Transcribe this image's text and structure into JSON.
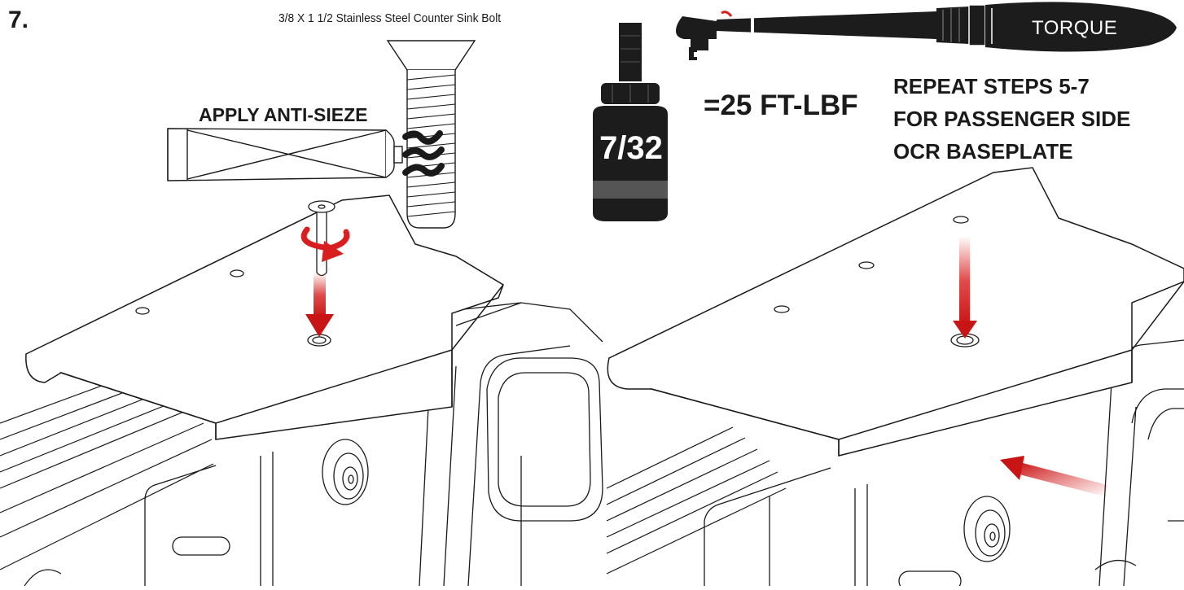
{
  "step": {
    "number": "7."
  },
  "labels": {
    "bolt": "3/8 X 1 1/2 Stainless Steel Counter Sink Bolt",
    "apply": "APPLY ANTI-SIEZE",
    "torque": "=25 FT-LBF",
    "repeat_lines": [
      "REPEAT STEPS 5-7",
      "FOR PASSENGER SIDE",
      "OCR BASEPLATE"
    ]
  },
  "tools": {
    "socket_size": "7/32",
    "wrench_text": "TORQUE"
  },
  "colors": {
    "line": "#1a1a1a",
    "tool": "#1c1c1c",
    "arrow": "#d81e1e",
    "background": "#ffffff"
  }
}
